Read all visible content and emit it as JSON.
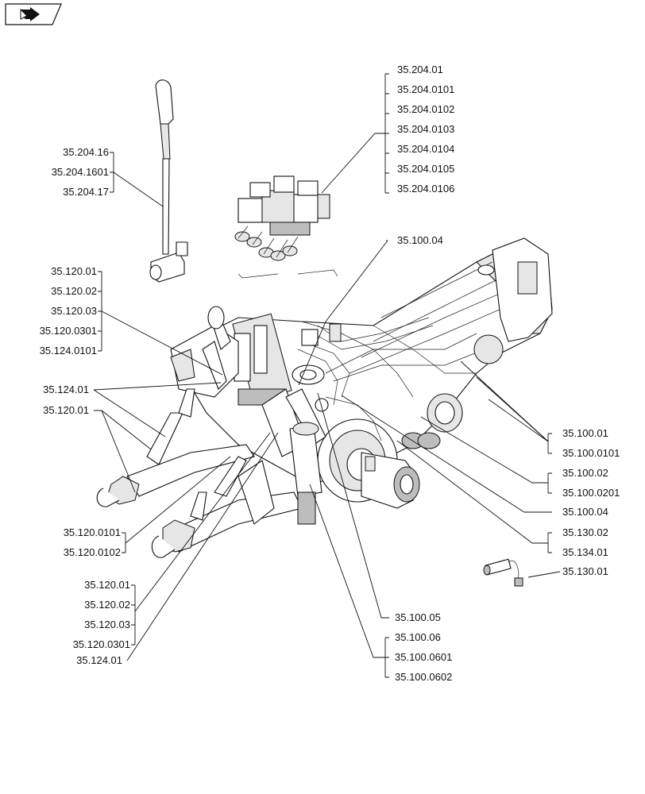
{
  "nav": {
    "icon": "back-arrow-icon"
  },
  "groups": {
    "top_valve": [
      "35.204.01",
      "35.204.0101",
      "35.204.0102",
      "35.204.0103",
      "35.204.0104",
      "35.204.0105",
      "35.204.0106"
    ],
    "lever": [
      "35.204.16",
      "35.204.1601",
      "35.204.17"
    ],
    "pipe": [
      "35.100.04"
    ],
    "left_upper": [
      "35.120.01",
      "35.120.02",
      "35.120.03",
      "35.120.0301",
      "35.124.0101"
    ],
    "left_mid1": [
      "35.124.01"
    ],
    "left_mid2": [
      "35.120.01"
    ],
    "right_a": [
      "35.100.01",
      "35.100.0101"
    ],
    "right_b": [
      "35.100.02",
      "35.100.0201"
    ],
    "right_c": [
      "35.100.04"
    ],
    "right_d": [
      "35.130.02",
      "35.134.01"
    ],
    "sensor": [
      "35.130.01"
    ],
    "left_low1": [
      "35.120.0101",
      "35.120.0102"
    ],
    "left_low2": [
      "35.120.01",
      "35.120.02",
      "35.120.03",
      "35.120.0301"
    ],
    "left_low3": [
      "35.124.01"
    ],
    "bottom_a": [
      "35.100.05"
    ],
    "bottom_b": [
      "35.100.06",
      "35.100.0601",
      "35.100.0602"
    ]
  }
}
